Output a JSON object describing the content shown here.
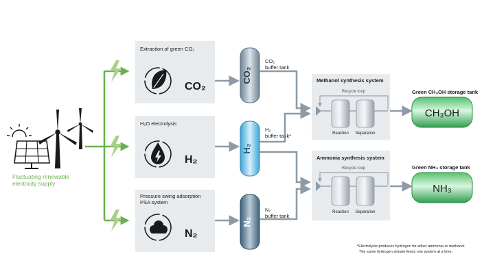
{
  "supply": {
    "line1": "Fluctuating renewable",
    "line2": "electricity supply"
  },
  "processes": {
    "co2": {
      "title": "Extraction of green CO₂",
      "symbol": "CO₂"
    },
    "h2o": {
      "title": "H₂O electrolysis",
      "symbol": "H₂"
    },
    "psa": {
      "title_line1": "Pressure swing adsorption",
      "title_line2": "PSA system",
      "symbol": "N₂"
    }
  },
  "buffer_tanks": {
    "co2": {
      "label": "CO₂",
      "caption_line1": "CO₂",
      "caption_line2": "buffer tank"
    },
    "h2": {
      "label": "H₂",
      "caption_line1": "H₂",
      "caption_line2": "buffer tank*"
    },
    "n2": {
      "label": "N₂",
      "caption_line1": "N₂",
      "caption_line2": "buffer tank"
    }
  },
  "synthesis": {
    "methanol": {
      "title": "Methanol synthesis system",
      "loop": "Recycle loop",
      "reaction": "Reaction",
      "separation": "Separation"
    },
    "ammonia": {
      "title": "Ammonia synthesis system",
      "loop": "Recycle loop",
      "reaction": "Reaction",
      "separation": "Separation"
    }
  },
  "storage": {
    "methanol": {
      "caption": "Green CH₃OH storage tank",
      "label": "CH₃OH"
    },
    "ammonia": {
      "caption": "Green NH₃ storage tank",
      "label": "NH₃"
    }
  },
  "footnote": {
    "line1": "*Electrolysis produces hydrogen for either ammonia or methanol.",
    "line2": "The same hydrogen stream feeds one system at a time."
  },
  "colors": {
    "green": "#6ab04c",
    "panel": "#e8ebee",
    "pipe": "#8e9aa6",
    "dark": "#1a1a1a"
  },
  "icons": {
    "supply": [
      "sun-icon",
      "solar-panel-icon",
      "wind-turbine-icon"
    ],
    "process": [
      "leaf-icon",
      "water-drop-bolt-icon",
      "cloud-icon"
    ],
    "lightning": "lightning-bolt-icon"
  }
}
